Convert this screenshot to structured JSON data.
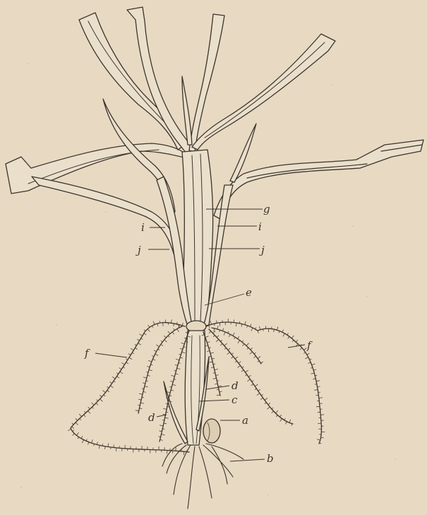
{
  "figure": {
    "background": "#e8d9c2",
    "ink": "#3b342c",
    "labels": {
      "a": "a",
      "b": "b",
      "c": "c",
      "d_right": "d",
      "d_left": "d",
      "e": "e",
      "f_left": "f",
      "f_right": "f",
      "g": "g",
      "i_left": "i",
      "i_right": "i",
      "j_left": "j",
      "j_right": "j"
    }
  }
}
